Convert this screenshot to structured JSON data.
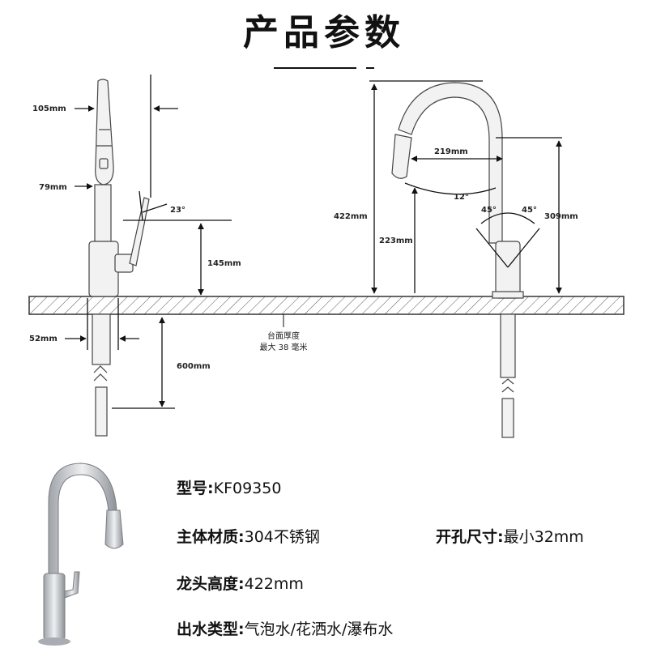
{
  "page": {
    "title": "产品参数"
  },
  "dimensions": {
    "d105": "105mm",
    "d79": "79mm",
    "d23": "23°",
    "d145": "145mm",
    "d52": "52mm",
    "d600": "600mm",
    "d422": "422mm",
    "d219": "219mm",
    "d12": "12°",
    "d45a": "45°",
    "d45b": "45°",
    "d309": "309mm",
    "d223": "223mm"
  },
  "countertop": {
    "line1": "台面厚度",
    "line2": "最大 38 毫米"
  },
  "specs": {
    "model_label": "型号:",
    "model_value": "KF09350",
    "material_label": "主体材质:",
    "material_value": "304不锈钢",
    "hole_label": "开孔尺寸:",
    "hole_value": "最小32mm",
    "height_label": "龙头高度:",
    "height_value": "422mm",
    "water_label": "出水类型:",
    "water_value": "气泡水/花洒水/瀑布水"
  },
  "colors": {
    "ink": "#111111",
    "faucet_steel": "#c9ccd0",
    "faucet_outline": "#7a7d82"
  }
}
